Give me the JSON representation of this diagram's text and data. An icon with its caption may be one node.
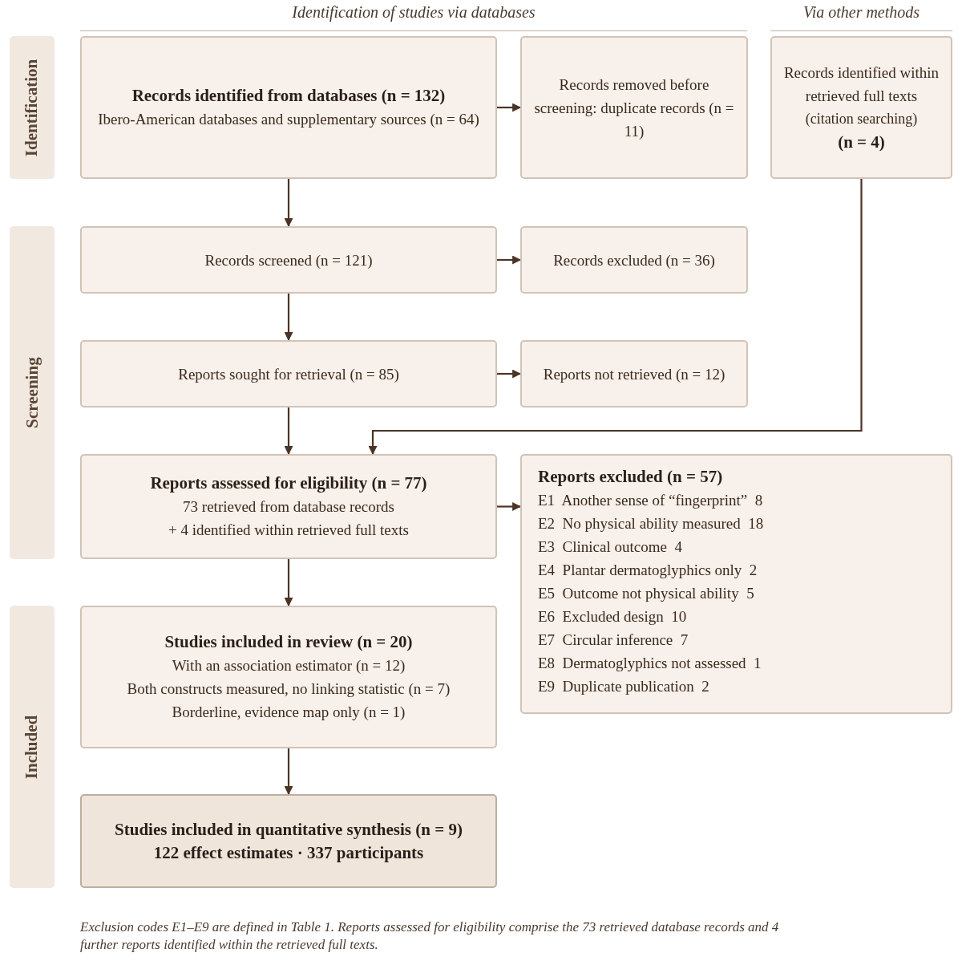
{
  "diagram": {
    "caption": "Exclusion codes E1–E9 are defined in Table 1. Reports assessed for eligibility comprise the 73 retrieved database records and 4 further reports identified within the retrieved full texts.",
    "nodes": [
      {
        "text": [
          "Records identified from databases (n = 132)",
          "Ibero-American databases and supplementary sources (n = 64)"
        ]
      },
      {
        "text": [
          "Records removed before screening: duplicate records (n = 11)"
        ]
      },
      {
        "text": [
          "Records identified within retrieved full texts",
          "(citation searching)",
          "(n = 4)"
        ]
      },
      {
        "text": [
          "Records screened (n = 121)"
        ]
      },
      {
        "text": [
          "Records excluded (n = 36)"
        ]
      },
      {
        "text": [
          "Reports sought for retrieval (n = 85)"
        ]
      },
      {
        "text": [
          "Reports not retrieved (n = 12)"
        ]
      },
      {
        "text": [
          "Reports assessed for eligibility (n = 77)",
          "73 retrieved from database records",
          "+ 4 identified within retrieved full texts"
        ]
      },
      {
        "text": [
          "Reports excluded (n = 57)",
          "E1  Another sense of “fingerprint”  8",
          "E2  No physical ability measured  18",
          "E3  Clinical outcome  4",
          "E4  Plantar dermatoglyphics only  2",
          "E5  Outcome not physical ability  5",
          "E6  Excluded design  10",
          "E7  Circular inference  7",
          "E8  Dermatoglyphics not assessed  1",
          "E9  Duplicate publication  2"
        ]
      },
      {
        "text": [
          "Studies included in review (n = 20)",
          "With an association estimator (n = 12)",
          "Both constructs measured, no linking statistic (n = 7)",
          "Borderline, evidence map only (n = 1)"
        ]
      },
      {
        "text": [
          "Studies included in quantitative synthesis (n = 9)",
          "122 effect estimates · 337 participants"
        ]
      },
      {
        "text": [
          "Identification"
        ]
      },
      {
        "text": [
          "Screening"
        ]
      },
      {
        "text": [
          "Included"
        ]
      }
    ],
    "edges": [
      {
        "from": 0,
        "to": 1,
        "arrow": "to"
      },
      {
        "from": 0,
        "to": 3,
        "arrow": "to"
      },
      {
        "from": 3,
        "to": 4,
        "arrow": "to"
      },
      {
        "from": 3,
        "to": 5,
        "arrow": "to"
      },
      {
        "from": 5,
        "to": 6,
        "arrow": "to"
      },
      {
        "from": 5,
        "to": 7,
        "arrow": "to"
      },
      {
        "from": 2,
        "to": 7,
        "arrow": "to"
      },
      {
        "from": 7,
        "to": 8,
        "arrow": "to"
      },
      {
        "from": 7,
        "to": 9,
        "arrow": "to"
      },
      {
        "from": 9,
        "to": 10,
        "arrow": "to"
      }
    ],
    "labels": [
      "Identification of studies via databases",
      "Via other methods"
    ]
  }
}
